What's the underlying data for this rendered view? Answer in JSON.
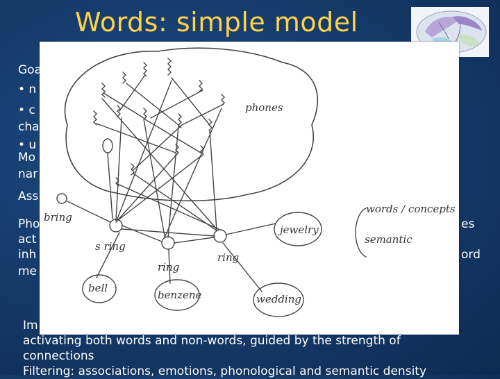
{
  "slide": {
    "title": "Words: simple model",
    "background_color": "#163d6e",
    "title_color": "#ffd24a",
    "visible_fragments": [
      "Goa",
      "• n",
      "• c",
      "cha",
      "• u",
      "Mo",
      "nar",
      "Ass",
      "Pho",
      "act",
      "inh",
      "me"
    ],
    "right_fragments": [
      "es",
      "ord"
    ],
    "bottom_lines": [
      "Im",
      "activating both words and non-words, guided by the strength of",
      "connections",
      "Filtering: associations, emotions, phonological and semantic density"
    ]
  },
  "sketch": {
    "labels": {
      "phones": "phones",
      "words_concepts": "words / concepts",
      "semantic": "semantic",
      "bring": "bring",
      "sring": "s ring",
      "ring": "ring",
      "rring": "ring",
      "jewelry": "jewelry",
      "bell": "bell",
      "benzene": "benzene",
      "wedding": "wedding"
    }
  }
}
